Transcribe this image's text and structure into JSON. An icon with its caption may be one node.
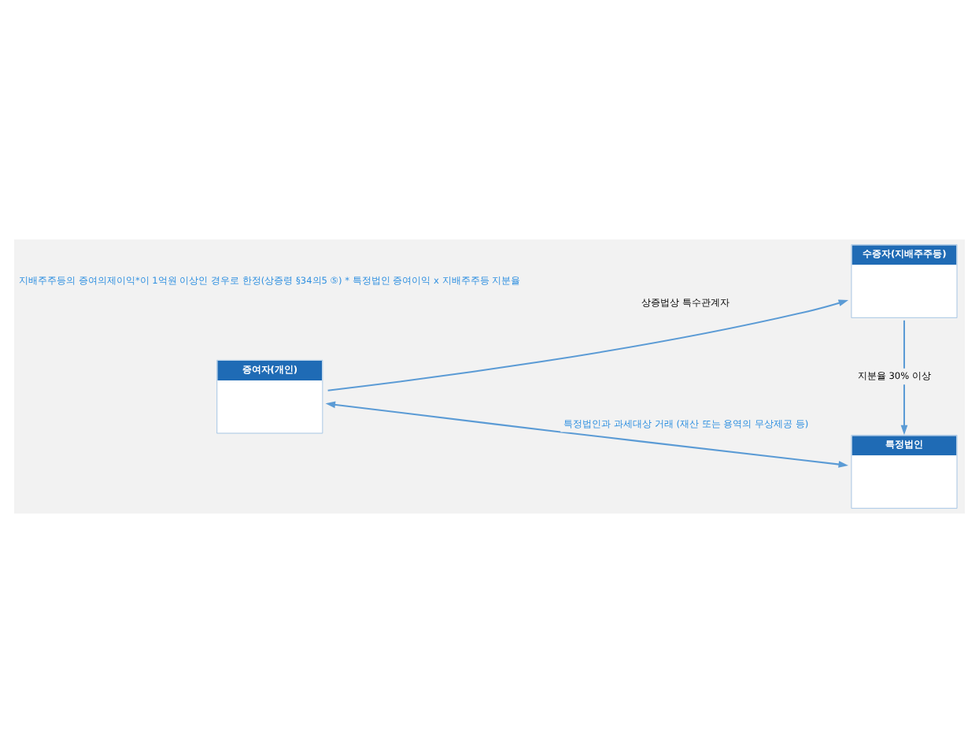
{
  "diagram": {
    "nodes": [
      {
        "text": [
          "수증자(지배주주등)"
        ]
      },
      {
        "text": [
          "증여자(개인)"
        ]
      },
      {
        "text": [
          "특정법인"
        ]
      }
    ],
    "edges": [
      {
        "from": 1,
        "to": 0,
        "arrow": "to",
        "label": "상증법상 특수관계자"
      },
      {
        "from": 0,
        "to": 2,
        "arrow": "to",
        "label": "지분율 30% 이상"
      },
      {
        "from": 1,
        "to": 2,
        "arrow": "both",
        "label": "특정법인과 과세대상 거래 (재산 또는 용역의 무상제공 등)"
      }
    ],
    "labels": [
      "지배주주등의 증여의제이익*이 1억원 이상인 경우로 한정(상증령 §34의5 ⑤) * 특정법인 증여이익 x 지배주주등 지분율"
    ]
  }
}
